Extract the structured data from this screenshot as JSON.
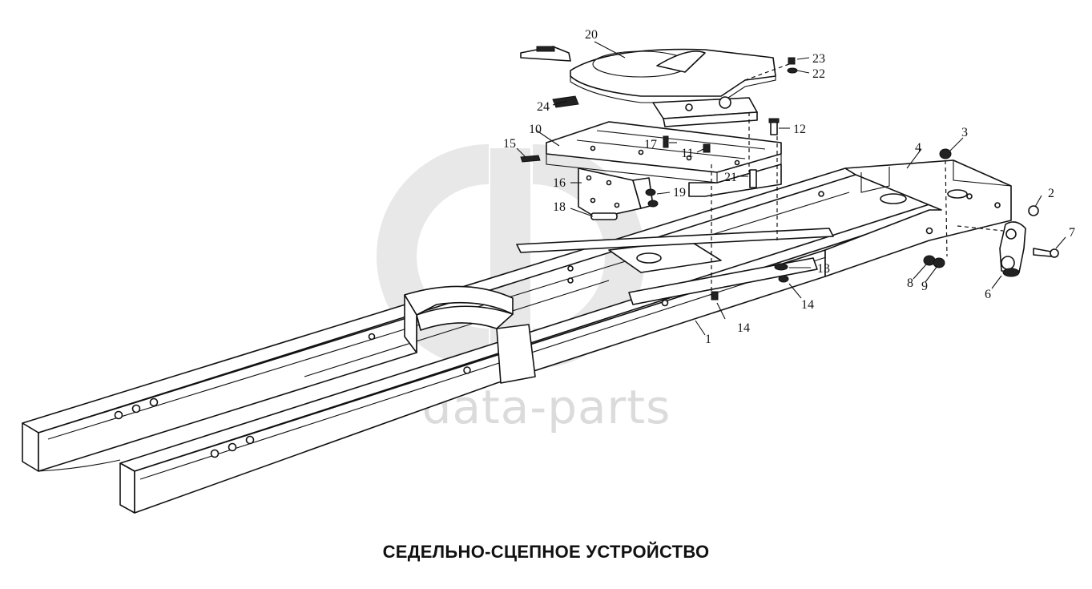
{
  "caption": "СЕДЕЛЬНО-СЦЕПНОЕ УСТРОЙСТВО",
  "watermark": {
    "text": "data-parts"
  },
  "callouts": [
    {
      "label": "1"
    },
    {
      "label": "2"
    },
    {
      "label": "3"
    },
    {
      "label": "4"
    },
    {
      "label": "6"
    },
    {
      "label": "7"
    },
    {
      "label": "8"
    },
    {
      "label": "9"
    },
    {
      "label": "10"
    },
    {
      "label": "11"
    },
    {
      "label": "12"
    },
    {
      "label": "13"
    },
    {
      "label": "14"
    },
    {
      "label": "14"
    },
    {
      "label": "15"
    },
    {
      "label": "16"
    },
    {
      "label": "17"
    },
    {
      "label": "18"
    },
    {
      "label": "19"
    },
    {
      "label": "20"
    },
    {
      "label": "21"
    },
    {
      "label": "22"
    },
    {
      "label": "23"
    },
    {
      "label": "24"
    }
  ]
}
